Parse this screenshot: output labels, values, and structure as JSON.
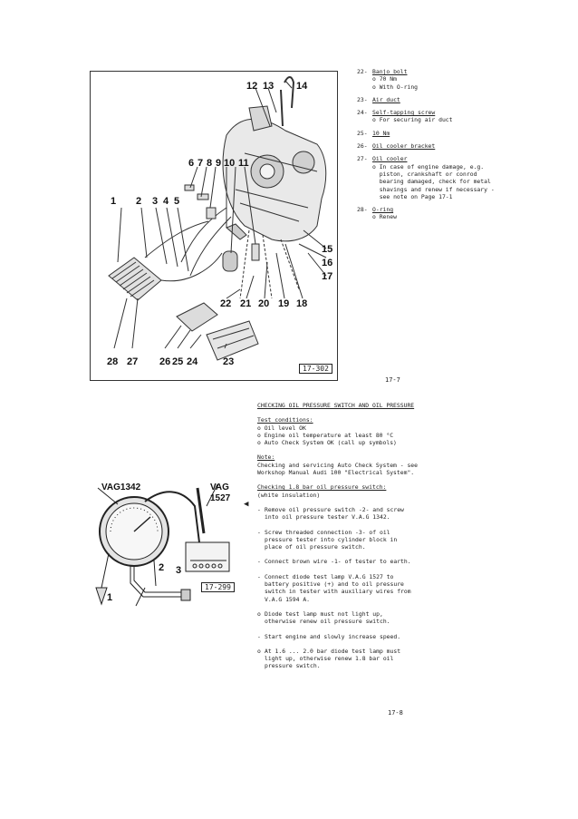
{
  "figure_top": {
    "callouts": [
      "12",
      "13",
      "14",
      "6",
      "7",
      "8",
      "9",
      "10",
      "11",
      "1",
      "2",
      "3",
      "4",
      "5",
      "15",
      "16",
      "17",
      "22",
      "21",
      "20",
      "19",
      "18",
      "28",
      "27",
      "26",
      "25",
      "24",
      "23"
    ],
    "ref": "17-302"
  },
  "legend": [
    {
      "num": "22-",
      "title": "Banjo bolt",
      "lines": [
        "o 70 Nm",
        "o With O-ring"
      ]
    },
    {
      "num": "23-",
      "title": "Air duct",
      "lines": []
    },
    {
      "num": "24-",
      "title": "Self-tapping screw",
      "lines": [
        "o For securing air duct"
      ]
    },
    {
      "num": "25-",
      "title": "10 Nm",
      "lines": []
    },
    {
      "num": "26-",
      "title": "Oil cooler bracket",
      "lines": []
    },
    {
      "num": "27-",
      "title": "Oil cooler",
      "lines": [
        "o In case of engine damage, e.g.",
        "  piston, crankshaft or conrod",
        "  bearing damaged, check for metal",
        "  shavings and renew if necessary -",
        "  see note on Page 17-1"
      ]
    },
    {
      "num": "28-",
      "title": "O-ring",
      "lines": [
        "o Renew"
      ]
    }
  ],
  "page_top": "17-7",
  "section": {
    "heading": "CHECKING OIL PRESSURE SWITCH AND OIL PRESSURE",
    "test_title": "Test conditions:",
    "test_lines": [
      "o Oil level OK",
      "o Engine oil temperature at least 80 °C",
      "o Auto Check System OK (call up symbols)"
    ],
    "note_title": "Note:",
    "note_lines": [
      "Checking and servicing Auto Check System - see",
      "Workshop Manual Audi 100 \"Electrical System\"."
    ],
    "check_title": "Checking 1.8 bar oil pressure switch:",
    "check_sub": "(white insulation)",
    "steps": [
      {
        "b": "-",
        "lines": [
          "Remove oil pressure switch -2- and screw",
          "into oil pressure tester V.A.G 1342."
        ]
      },
      {
        "b": "-",
        "lines": [
          "Screw threaded connection -3- of oil",
          "pressure tester into cylinder block in",
          "place of oil pressure switch."
        ]
      },
      {
        "b": "-",
        "lines": [
          "Connect brown wire -1- of tester to earth."
        ]
      },
      {
        "b": "-",
        "lines": [
          "Connect diode test lamp V.A.G 1527 to",
          "battery positive (+) and to oil pressure",
          "switch in tester with auxiliary wires from",
          "V.A.G 1594 A."
        ]
      },
      {
        "b": "o",
        "lines": [
          "Diode test lamp must not light up,",
          "otherwise renew oil pressure switch."
        ]
      },
      {
        "b": "-",
        "lines": [
          "Start engine and slowly increase speed."
        ]
      },
      {
        "b": "o",
        "lines": [
          "At 1.6 ... 2.0 bar diode test lamp must",
          "light up, otherwise renew 1.8 bar oil",
          "pressure switch."
        ]
      }
    ]
  },
  "figure_bottom": {
    "label_left": "VAG1342",
    "label_right_1": "VAG",
    "label_right_2": "1527",
    "callouts": [
      "1",
      "2",
      "3"
    ],
    "ref": "17-299"
  },
  "page_bottom": "17-8"
}
